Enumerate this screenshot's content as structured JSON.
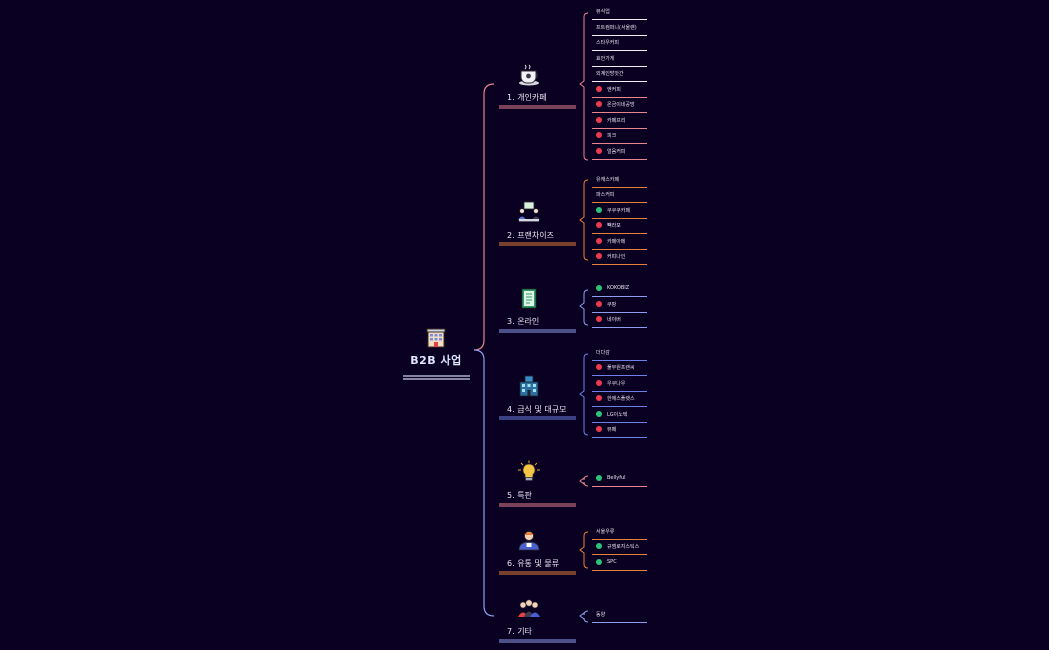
{
  "root": {
    "title": "B2B 사업",
    "icon": "building-icon"
  },
  "colors": {
    "background": "#0a0021",
    "leaf_red": "#ee3a4d",
    "leaf_green": "#2bc27a"
  },
  "branches": [
    {
      "num": "1.",
      "title": "개인카페",
      "icon": "coffee-cup-icon",
      "color": "#e88590",
      "leaves": [
        {
          "text": "뷰식업",
          "dot": ""
        },
        {
          "text": "프트컴퍼니(서울랜)",
          "dot": ""
        },
        {
          "text": "스타우커피",
          "dot": ""
        },
        {
          "text": "효안가게",
          "dot": ""
        },
        {
          "text": "외계인방앗간",
          "dot": ""
        },
        {
          "text": "엔커피",
          "dot": "red"
        },
        {
          "text": "온금이네공방",
          "dot": "red"
        },
        {
          "text": "카페프리",
          "dot": "red"
        },
        {
          "text": "피크",
          "dot": "red"
        },
        {
          "text": "얼음커피",
          "dot": "red"
        }
      ]
    },
    {
      "num": "2.",
      "title": "프랜차이즈",
      "icon": "meeting-icon",
      "color": "#e9803a",
      "leaves": [
        {
          "text": "유캐스카페",
          "dot": ""
        },
        {
          "text": "파스커피",
          "dot": ""
        },
        {
          "text": "쿠쿠쿠카페",
          "dot": "green"
        },
        {
          "text": "빽라포",
          "dot": "red"
        },
        {
          "text": "카페아메",
          "dot": "red"
        },
        {
          "text": "커피나인",
          "dot": "red"
        }
      ]
    },
    {
      "num": "3.",
      "title": "온라인",
      "icon": "document-icon",
      "color": "#8d9ef0",
      "leaves": [
        {
          "text": "KOKOBIZ",
          "dot": "green"
        },
        {
          "text": "쿠팡",
          "dot": "red"
        },
        {
          "text": "네이버",
          "dot": "red"
        }
      ]
    },
    {
      "num": "4.",
      "title": "급식 및 대규모",
      "icon": "office-building-icon",
      "color": "#6d7fe8",
      "leaves": [
        {
          "text": "더다감",
          "dot": ""
        },
        {
          "text": "풀무원프랜씨",
          "dot": "red"
        },
        {
          "text": "우쿠나우",
          "dot": "red"
        },
        {
          "text": "한에스플랫스",
          "dot": "red"
        },
        {
          "text": "LG이노텍",
          "dot": "green"
        },
        {
          "text": "뷰페",
          "dot": "red"
        }
      ]
    },
    {
      "num": "5.",
      "title": "특판",
      "icon": "lightbulb-icon",
      "color": "#e88590",
      "leaves": [
        {
          "text": "Bellyful",
          "dot": "green"
        }
      ]
    },
    {
      "num": "6.",
      "title": "유통 및 물류",
      "icon": "delivery-person-icon",
      "color": "#e9803a",
      "leaves": [
        {
          "text": "서울우류",
          "dot": ""
        },
        {
          "text": "규엠로지스틱스",
          "dot": "green"
        },
        {
          "text": "SPC",
          "dot": "green"
        }
      ]
    },
    {
      "num": "7.",
      "title": "기타",
      "icon": "people-icon",
      "color": "#8d9ef0",
      "leaves": [
        {
          "text": "동양",
          "dot": ""
        }
      ]
    }
  ]
}
